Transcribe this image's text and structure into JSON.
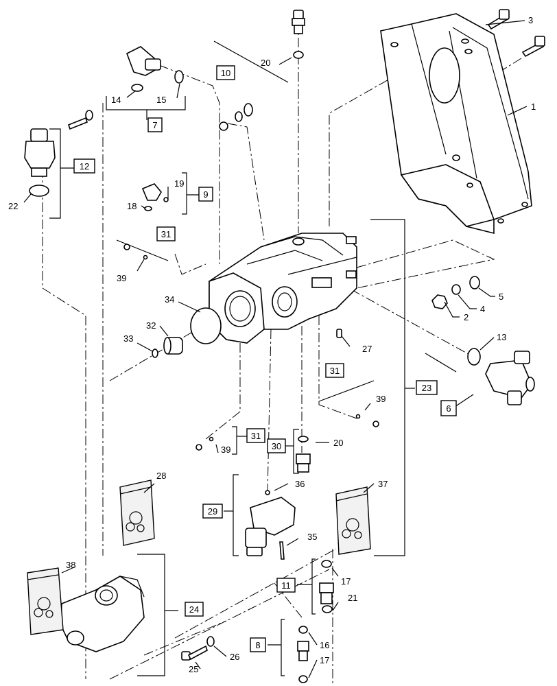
{
  "callouts": {
    "c1": "1",
    "c2": "2",
    "c3": "3",
    "c4": "4",
    "c5": "5",
    "c13": "13",
    "c14": "14",
    "c15": "15",
    "c16": "16",
    "c17a": "17",
    "c17b": "17",
    "c18": "18",
    "c19": "19",
    "c20a": "20",
    "c20b": "20",
    "c21": "21",
    "c22": "22",
    "c25": "25",
    "c26": "26",
    "c27": "27",
    "c28": "28",
    "c32": "32",
    "c33": "33",
    "c34": "34",
    "c35": "35",
    "c36": "36",
    "c37": "37",
    "c38": "38",
    "c39a": "39",
    "c39b": "39",
    "c39c": "39"
  },
  "boxed": {
    "b6": "6",
    "b7": "7",
    "b8": "8",
    "b9": "9",
    "b10": "10",
    "b11": "11",
    "b12": "12",
    "b23": "23",
    "b24": "24",
    "b29": "29",
    "b30": "30",
    "b31a": "31",
    "b31b": "31",
    "b31c": "31"
  }
}
